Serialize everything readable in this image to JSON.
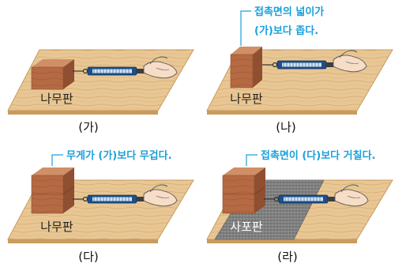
{
  "colors": {
    "accent": "#1aa0dc",
    "plank": "#e9c794",
    "plank_grain": "#c99b5e",
    "block_front": "#b56a44",
    "block_top": "#d08f66",
    "block_side": "#8f4f30",
    "sandpaper": "#8a8a8a",
    "gauge_body": "#1f4f86",
    "hand": "#f7ddc7"
  },
  "panels": [
    {
      "label": "(가)",
      "surface_label": "나무판",
      "note": "",
      "block": "wide"
    },
    {
      "label": "(나)",
      "surface_label": "나무판",
      "note": "접촉면의 넓이가\n(가)보다 좁다.",
      "block": "tall"
    },
    {
      "label": "(다)",
      "surface_label": "나무판",
      "note": "무게가 (가)보다 무겁다.",
      "block": "stacked"
    },
    {
      "label": "(라)",
      "surface_label": "사포판",
      "note": "접촉면이 (다)보다 거칠다.",
      "block": "stacked_on_sandpaper"
    }
  ]
}
